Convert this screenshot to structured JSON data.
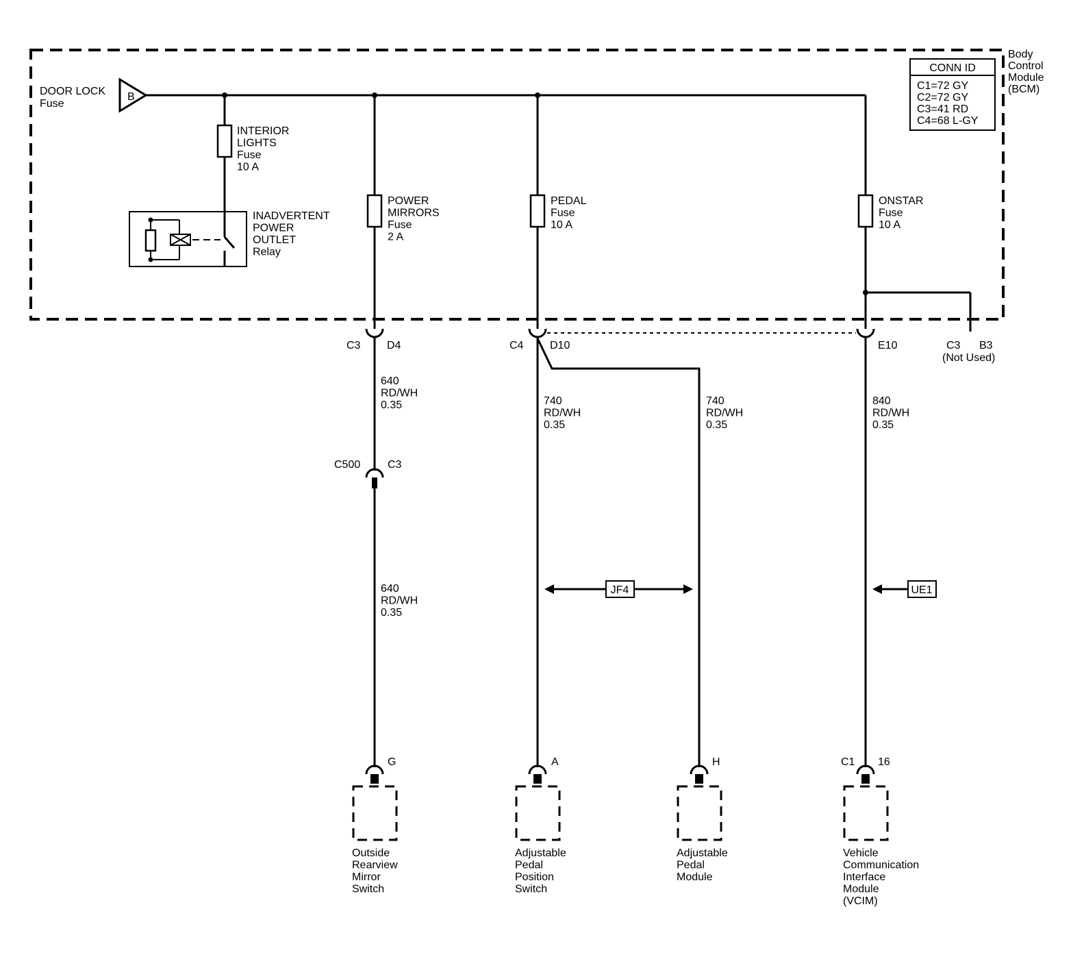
{
  "bcm": {
    "label_lines": [
      "Body",
      "Control",
      "Module",
      "(BCM)"
    ]
  },
  "conn_id": {
    "title": "CONN ID",
    "rows": [
      "C1=72 GY",
      "C2=72 GY",
      "C3=41 RD",
      "C4=68 L-GY"
    ]
  },
  "door_lock": {
    "name": "DOOR LOCK",
    "sub": "Fuse",
    "bus_letter": "B"
  },
  "fuses": {
    "interior": [
      "INTERIOR",
      "LIGHTS",
      "Fuse",
      "10 A"
    ],
    "mirrors": [
      "POWER",
      "MIRRORS",
      "Fuse",
      "2 A"
    ],
    "pedal": [
      "PEDAL",
      "Fuse",
      "10 A"
    ],
    "onstar": [
      "ONSTAR",
      "Fuse",
      "10 A"
    ]
  },
  "relay": [
    "INADVERTENT",
    "POWER",
    "OUTLET",
    "Relay"
  ],
  "connectors": {
    "mirror_top_left": "C3",
    "mirror_top_right": "D4",
    "pedal_top_left": "C4",
    "pedal_top_right": "D10",
    "onstar_top_right": "E10",
    "unused_left": "C3",
    "unused_right": "B3",
    "unused_note": "(Not Used)",
    "inline_left": "C500",
    "inline_right": "C3",
    "mirror_switch_pin": "G",
    "pedal_switch_pin": "A",
    "pedal_module_pin": "H",
    "vcim_left": "C1",
    "vcim_pin": "16"
  },
  "wires": {
    "mirror_upper": [
      "640",
      "RD/WH",
      "0.35"
    ],
    "mirror_lower": [
      "640",
      "RD/WH",
      "0.35"
    ],
    "pedal_switch": [
      "740",
      "RD/WH",
      "0.35"
    ],
    "pedal_module": [
      "740",
      "RD/WH",
      "0.35"
    ],
    "vcim": [
      "840",
      "RD/WH",
      "0.35"
    ]
  },
  "refs": {
    "jf4": "JF4",
    "ue1": "UE1"
  },
  "components": {
    "mirror_switch": [
      "Outside",
      "Rearview",
      "Mirror",
      "Switch"
    ],
    "pedal_switch": [
      "Adjustable",
      "Pedal",
      "Position",
      "Switch"
    ],
    "pedal_module": [
      "Adjustable",
      "Pedal",
      "Module"
    ],
    "vcim": [
      "Vehicle",
      "Communication",
      "Interface",
      "Module",
      "(VCIM)"
    ]
  }
}
